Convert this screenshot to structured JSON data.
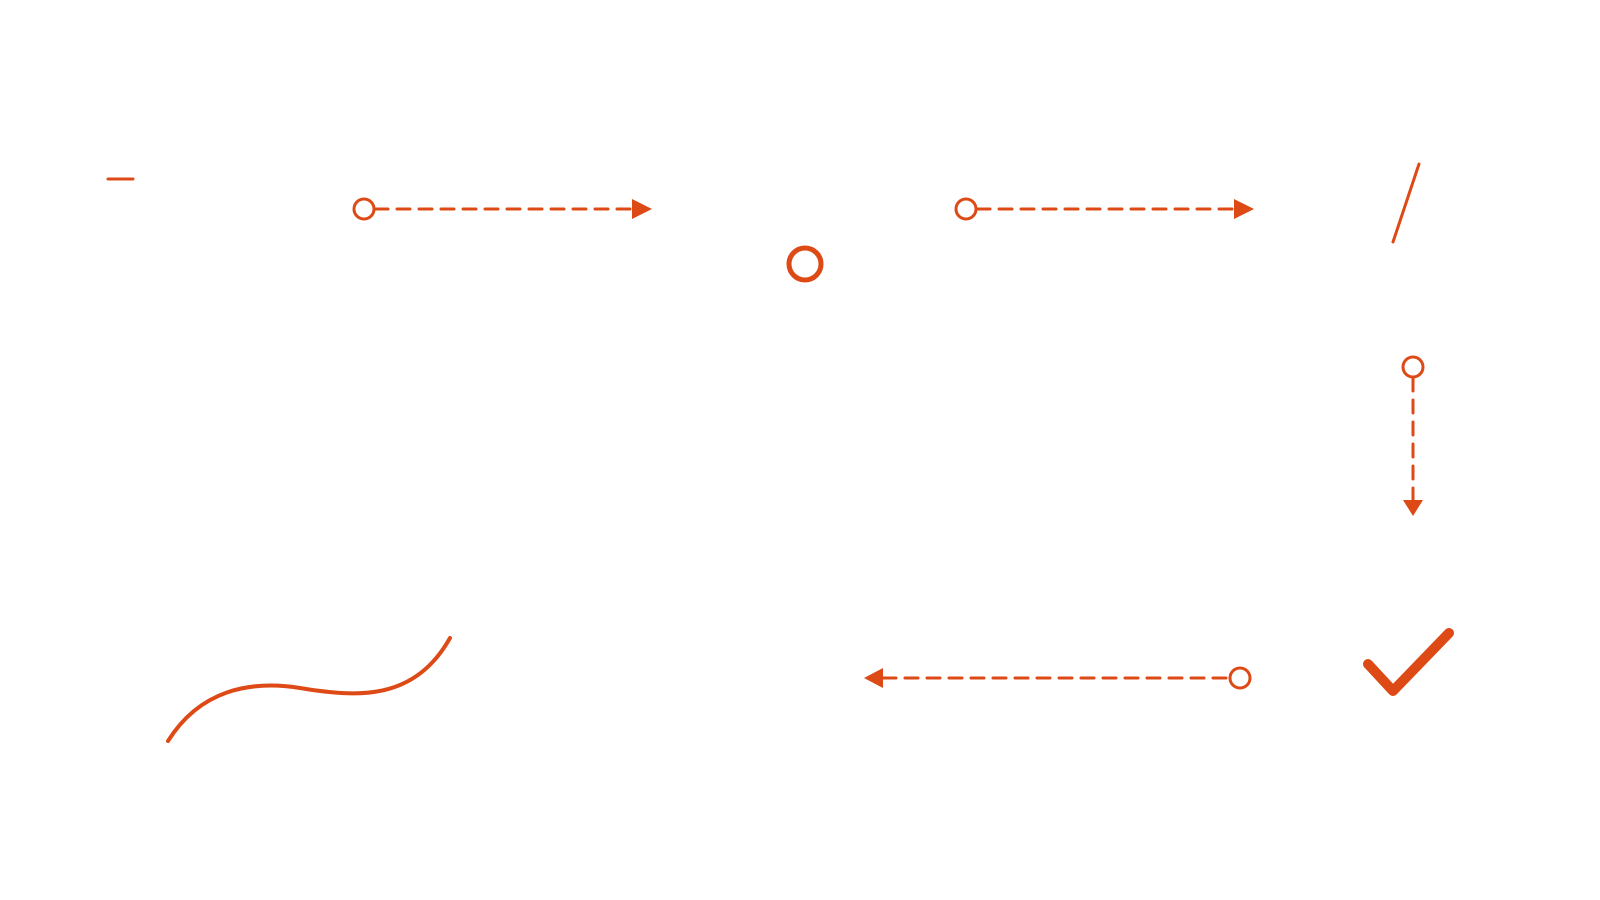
{
  "theme": {
    "accent": "#DD4A16",
    "background": "#FFFFFF"
  },
  "shapes": [
    {
      "name": "short-dash-mark",
      "kind": "dash-mark"
    },
    {
      "name": "dashed-arrow-right-top-left",
      "kind": "dashed-arrow",
      "direction": "right",
      "start_marker": "hollow-circle",
      "end_marker": "filled-triangle"
    },
    {
      "name": "ring-marker",
      "kind": "hollow-circle"
    },
    {
      "name": "dashed-arrow-right-top-right",
      "kind": "dashed-arrow",
      "direction": "right",
      "start_marker": "hollow-circle",
      "end_marker": "filled-triangle"
    },
    {
      "name": "diagonal-slash",
      "kind": "slash"
    },
    {
      "name": "dashed-arrow-down",
      "kind": "dashed-arrow",
      "direction": "down",
      "start_marker": "hollow-circle",
      "end_marker": "filled-triangle"
    },
    {
      "name": "wavy-curve",
      "kind": "curve"
    },
    {
      "name": "dashed-arrow-left",
      "kind": "dashed-arrow",
      "direction": "left",
      "start_marker": "hollow-circle",
      "end_marker": "filled-triangle"
    },
    {
      "name": "checkmark-icon",
      "kind": "checkmark"
    }
  ]
}
